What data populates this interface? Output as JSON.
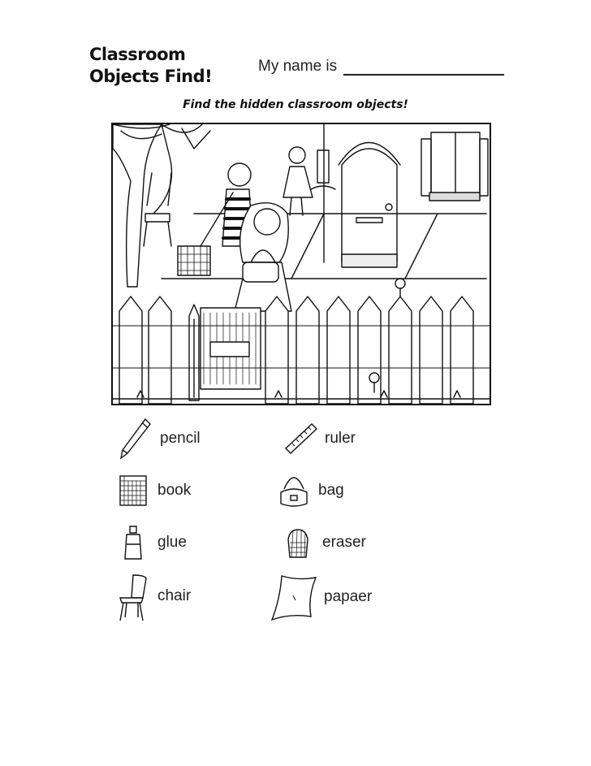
{
  "worksheet": {
    "title_line1": "Classroom",
    "title_line2": "Objects Find!",
    "name_prompt": "My name is",
    "instruction": "Find the hidden classroom objects!"
  },
  "objects": [
    {
      "label": "pencil",
      "icon": "pencil-icon"
    },
    {
      "label": "ruler",
      "icon": "ruler-icon"
    },
    {
      "label": "book",
      "icon": "book-icon"
    },
    {
      "label": "bag",
      "icon": "bag-icon"
    },
    {
      "label": "glue",
      "icon": "glue-icon"
    },
    {
      "label": "eraser",
      "icon": "eraser-icon"
    },
    {
      "label": "chair",
      "icon": "chair-icon"
    },
    {
      "label": "papaer",
      "icon": "paper-icon"
    }
  ]
}
